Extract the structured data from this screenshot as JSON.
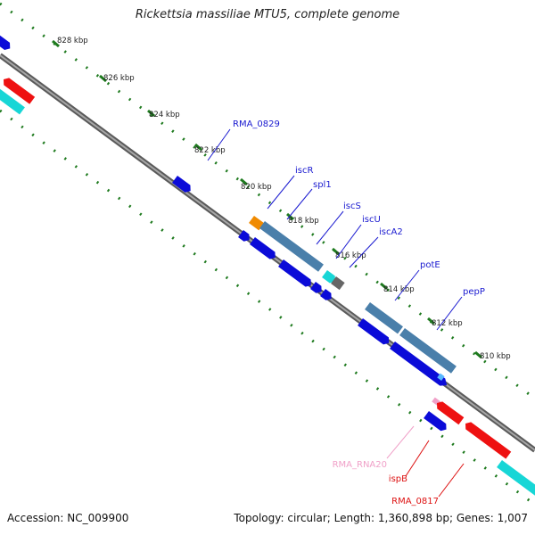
{
  "title": "Rickettsia massiliae MTU5, complete genome",
  "accession": "Accession: NC_009900",
  "summary": "Topology: circular; Length: 1,360,898 bp; Genes: 1,007",
  "ruler": [
    "828 kbp",
    "826 kbp",
    "824 kbp",
    "822 kbp",
    "820 kbp",
    "818 kbp",
    "816 kbp",
    "814 kbp",
    "812 kbp",
    "810 kbp"
  ],
  "gene_labels": {
    "rma0829": "RMA_0829",
    "iscR": "iscR",
    "spl1": "spl1",
    "iscS": "iscS",
    "iscU": "iscU",
    "iscA2": "iscA2",
    "potE": "potE",
    "pepP": "pepP",
    "rmaRna20": "RMA_RNA20",
    "ispB": "ispB",
    "rma0817": "RMA_0817"
  },
  "colors": {
    "backbone": "#777777",
    "ruler_ticks": "#1e7a1e",
    "cds_forward": "#0b0bd8",
    "cds_reverse": "#ee1111",
    "feature_steel": "#4a7faa",
    "feature_cyan": "#17d6d6",
    "feature_orange": "#f08a00",
    "feature_gray": "#666666",
    "rna": "#f0a0c8",
    "label_blue": "#1a1ad0",
    "label_red": "#dd1111",
    "label_pink": "#f0a0c8"
  }
}
